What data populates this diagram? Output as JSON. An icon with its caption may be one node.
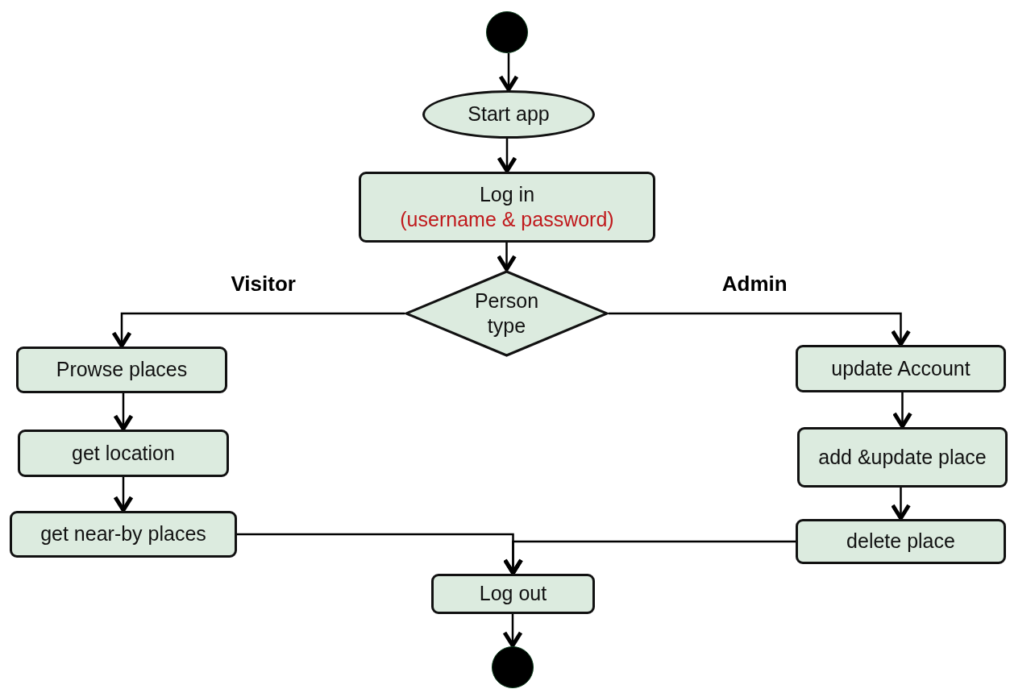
{
  "diagram": {
    "nodes": [
      {
        "text": [],
        "shape": "circle"
      },
      {
        "text": [
          "Start app"
        ]
      },
      {
        "text": [
          "Log in",
          "(username & password)"
        ]
      },
      {
        "text": [
          "Person type"
        ]
      },
      {
        "text": [
          "Prowse places"
        ]
      },
      {
        "text": [
          "get location"
        ]
      },
      {
        "text": [
          "get near-by places"
        ]
      },
      {
        "text": [
          "update Account"
        ]
      },
      {
        "text": [
          "add &update place"
        ]
      },
      {
        "text": [
          "delete place"
        ]
      },
      {
        "text": [
          "Log out"
        ]
      },
      {
        "text": [],
        "shape": "circle"
      }
    ],
    "edges": [
      {
        "from": 0,
        "to": 1,
        "arrow": "to"
      },
      {
        "from": 1,
        "to": 2,
        "arrow": "to"
      },
      {
        "from": 2,
        "to": 3,
        "arrow": "to"
      },
      {
        "from": 3,
        "to": 4,
        "arrow": "to",
        "label": "Visitor"
      },
      {
        "from": 3,
        "to": 7,
        "arrow": "to",
        "label": "Admin"
      },
      {
        "from": 4,
        "to": 5,
        "arrow": "to"
      },
      {
        "from": 5,
        "to": 6,
        "arrow": "to"
      },
      {
        "from": 6,
        "to": 10,
        "arrow": "to"
      },
      {
        "from": 7,
        "to": 8,
        "arrow": "to"
      },
      {
        "from": 8,
        "to": 9,
        "arrow": "to"
      },
      {
        "from": 9,
        "to": 10,
        "arrow": "to"
      },
      {
        "from": 10,
        "to": 11,
        "arrow": "to"
      }
    ]
  }
}
